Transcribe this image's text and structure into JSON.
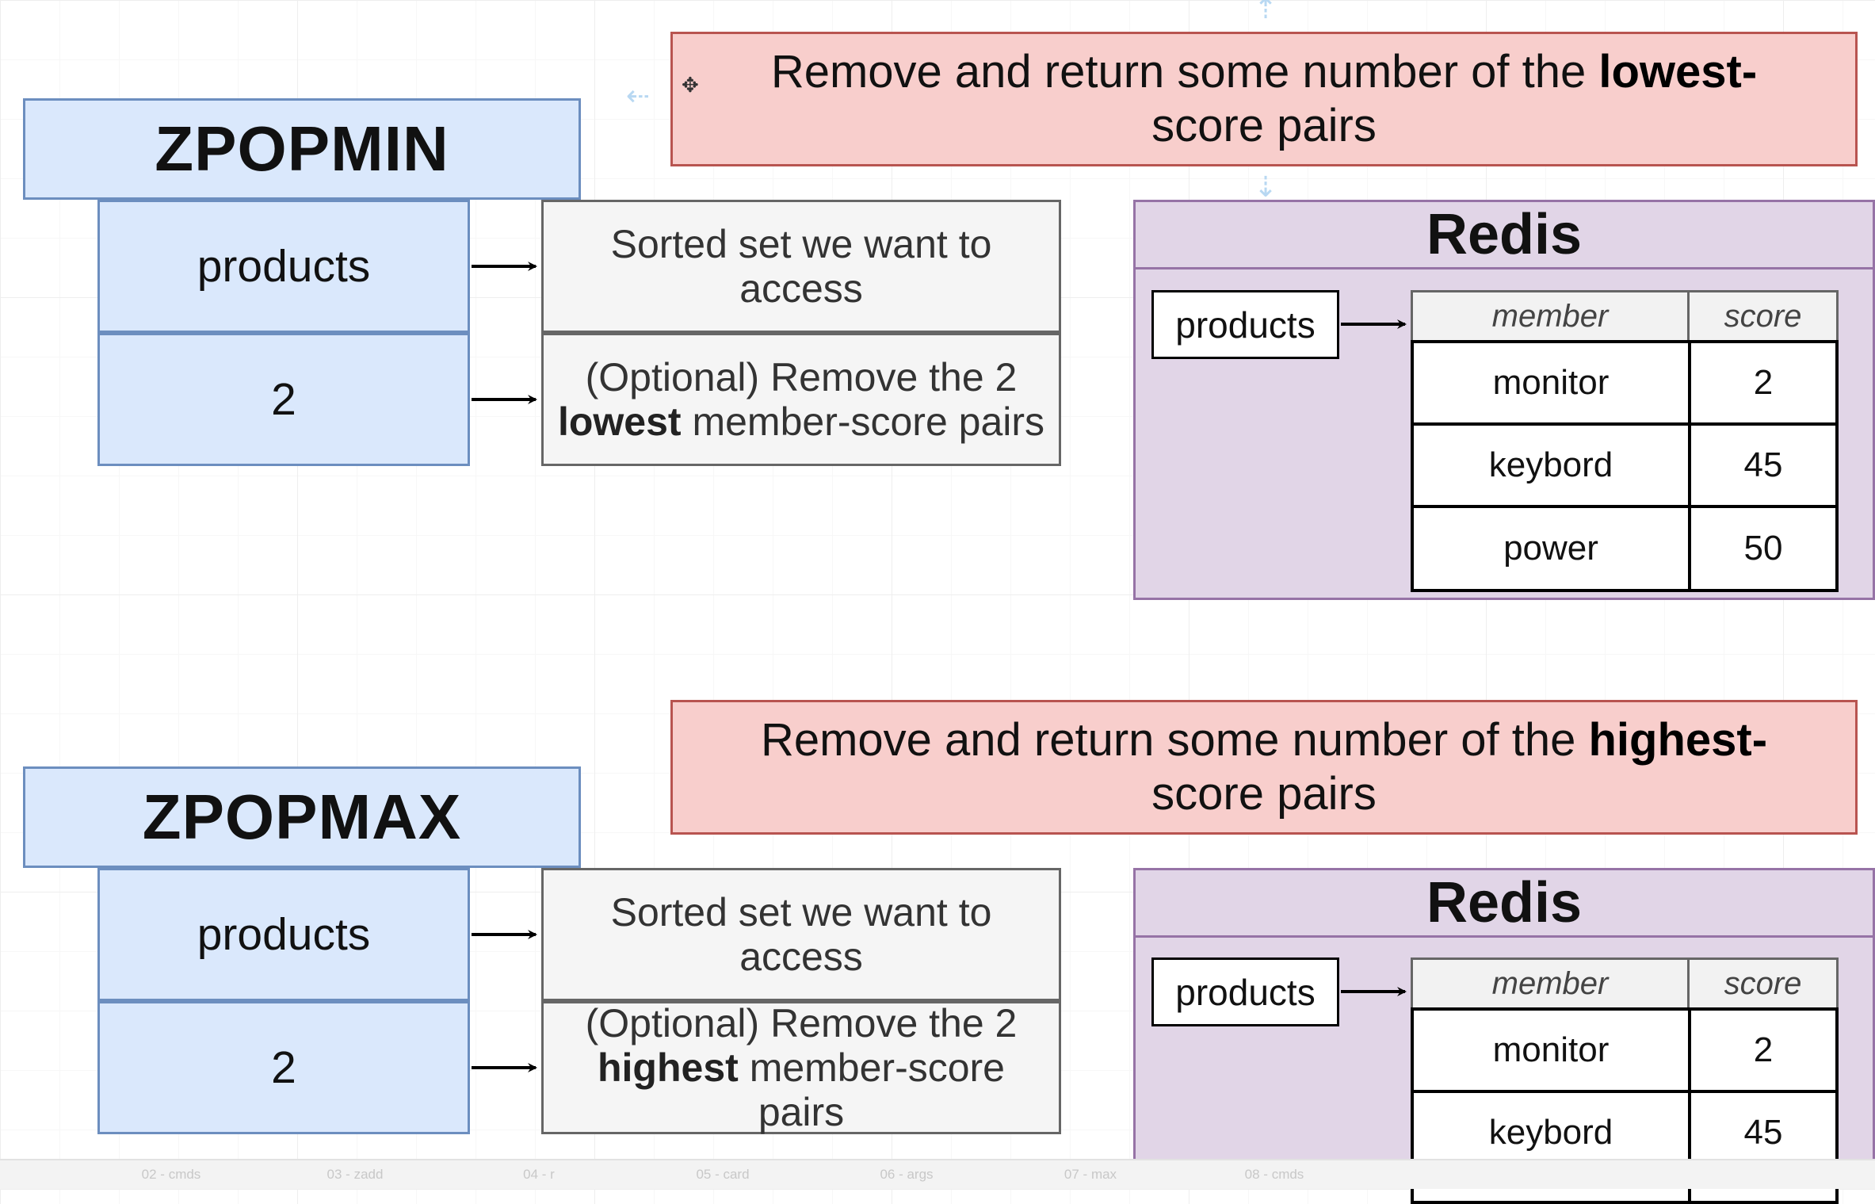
{
  "panels": [
    {
      "command": "ZPOPMIN",
      "args": [
        "products",
        "2"
      ],
      "descriptions": {
        "key": "Sorted set we want to access",
        "count_prefix": "(Optional) Remove the 2",
        "count_bold": "lowest",
        "count_suffix": "member-score pairs"
      },
      "note": {
        "prefix": "Remove and return some number of the",
        "bold": "lowest-",
        "suffix": "score pairs"
      },
      "redis": {
        "title": "Redis",
        "key": "products",
        "headers": [
          "member",
          "score"
        ],
        "rows": [
          [
            "monitor",
            "2"
          ],
          [
            "keybord",
            "45"
          ],
          [
            "power",
            "50"
          ]
        ]
      }
    },
    {
      "command": "ZPOPMAX",
      "args": [
        "products",
        "2"
      ],
      "descriptions": {
        "key": "Sorted set we want to access",
        "count_prefix": "(Optional) Remove the 2",
        "count_bold": "highest",
        "count_suffix": "member-score pairs"
      },
      "note": {
        "prefix": "Remove and return some number of the",
        "bold": "highest-",
        "suffix": "score pairs"
      },
      "redis": {
        "title": "Redis",
        "key": "products",
        "headers": [
          "member",
          "score"
        ],
        "rows": [
          [
            "monitor",
            "2"
          ],
          [
            "keybord",
            "45"
          ]
        ]
      }
    }
  ],
  "page_tabs": [
    "02 - cmds",
    "03 - zadd",
    "04 - r",
    "05 - card",
    "06 - args",
    "07 - max",
    "08 - cmds"
  ],
  "colors": {
    "blue_fill": "#dae8fc",
    "blue_stroke": "#6c8ebf",
    "red_fill": "#f8cecc",
    "red_stroke": "#b85450",
    "purple_fill": "#e1d5e7",
    "purple_stroke": "#9673a6",
    "gray_fill": "#f5f5f5",
    "gray_stroke": "#666666"
  },
  "icons": [
    "arrow-right-icon",
    "move-handle-icon"
  ]
}
